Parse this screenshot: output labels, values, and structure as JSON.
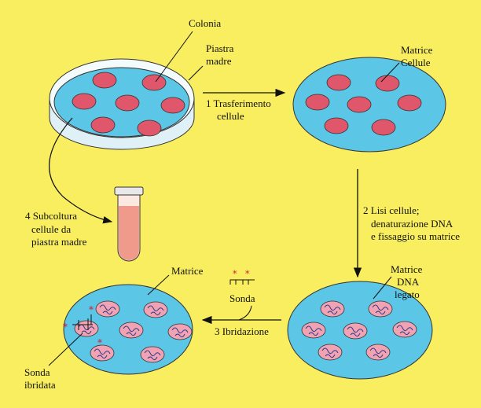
{
  "colors": {
    "background": "#f9ee5f",
    "matrix": "#5cc6e6",
    "colony": "#e0566a",
    "dna_colony": "#f1a3b3",
    "probe_star": "#d0203a"
  },
  "labels": {
    "colonia": "Colonia",
    "piastra_1": "Piastra",
    "piastra_2": "madre",
    "step1_1": "1  Trasferimento",
    "step1_2": "cellule",
    "matrice_cellule_1": "Matrice",
    "matrice_cellule_2": "Cellule",
    "step2_1": "2  Lisi cellule;",
    "step2_2": "denaturazione DNA",
    "step2_3": "e fissaggio su matrice",
    "matrice_dna_1": "Matrice",
    "matrice_dna_2": "DNA",
    "matrice_dna_3": "legato",
    "sonda": "Sonda",
    "step3": "3  Ibridazione",
    "matrice_final": "Matrice",
    "sonda_ibridata_1": "Sonda",
    "sonda_ibridata_2": "ibridata",
    "step4_1": "4  Subcoltura",
    "step4_2": "cellule da",
    "step4_3": "piastra madre"
  }
}
